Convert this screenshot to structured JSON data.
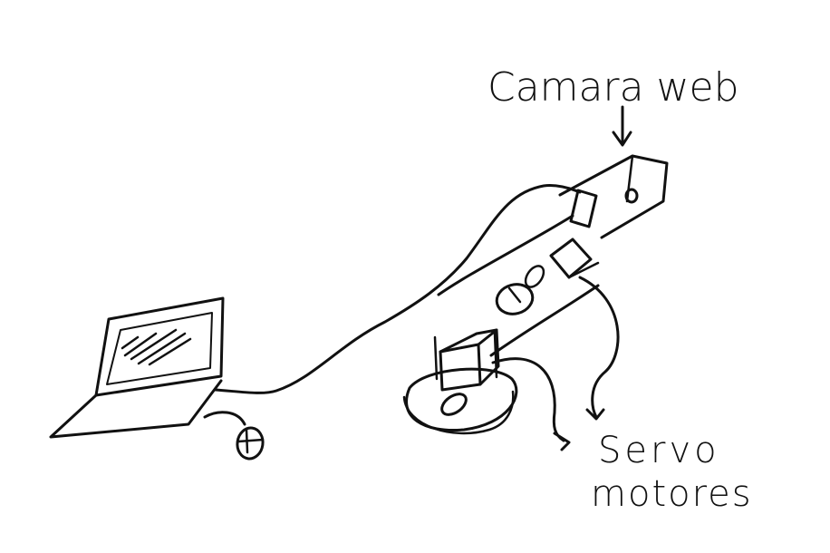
{
  "labels": {
    "camera": "Camara web",
    "servo_line1": "Servo",
    "servo_line2": "motores"
  },
  "colors": {
    "ink": "#111111",
    "background": "#ffffff"
  }
}
